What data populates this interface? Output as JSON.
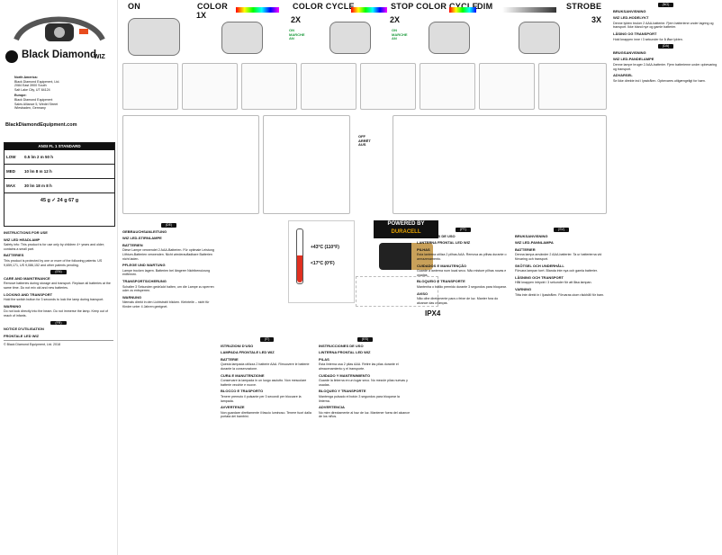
{
  "brand": {
    "name": "Black Diamond",
    "model_tag": "WIZ"
  },
  "address": {
    "na_label": "North America:",
    "na_lines": [
      "Black Diamond Equipment, Ltd.",
      "2084 East 3900 South",
      "Salt Lake City, UT 84124"
    ],
    "eu_label": "Europe:",
    "eu_lines": [
      "Black Diamond Equipment",
      "Sales Alliance 5, Wedel Street",
      "Wiesbaden, Germany"
    ],
    "website": "BlackDiamondEquipment.com"
  },
  "spec": {
    "title": "ANSI FL 1 STANDARD",
    "rows": [
      {
        "level": "LOW",
        "value": "0.5 lm 2 m 50 h"
      },
      {
        "level": "MED",
        "value": "10 lm 8 m 12 h"
      },
      {
        "level": "MAX",
        "value": "30 lm 18 m 8 h"
      }
    ],
    "footer": "45 g ✓ 24 g  67 g"
  },
  "modes": {
    "on": "ON",
    "color": "COLOR",
    "color_cycle": "COLOR CYCLE",
    "stop_color_cycle": "STOP COLOR CYCLE",
    "dim": "DIM",
    "strobe": "STROBE",
    "sub_1x": "1X",
    "sub_2x": "2X",
    "sub_3x": "3X",
    "sub_2x_b": "2X",
    "on_marker": "ON\nMARCHE\nAN",
    "on_marker_b": "ON\nMARCHE\nAN",
    "off_marker": "OFF\nARRÊT\nAUS"
  },
  "battery": {
    "hot": "+43°C (110°F)",
    "cold": "<17°C (0°F)",
    "powered_by": "POWERED BY",
    "brand": "DURACELL",
    "ipx": "IPX4"
  },
  "col1": {
    "intro_title": "INSTRUCTIONS FOR USE",
    "intro_sub": "WIZ LED HEADLAMP",
    "intro_body": "Safety info: This product is for use only by children 4+ years and older; contains a small part.",
    "wiz_sec": "BATTERIES",
    "wiz_body": "This product is protected by one or more of the following patents: US 9,659,171, US 9,086,152 and other patents pending.",
    "lang_en": "(EN)",
    "lang_fr": "(FR)",
    "fr_title": "NOTICE D'UTILISATION",
    "fr_sub": "FRONTALE LED WIZ",
    "care_title": "CARE AND MAINTENANCE",
    "care_body": "Remove batteries during storage and transport. Replace all batteries at the same time. Do not mix old and new batteries.",
    "lock_title": "LOCKING AND TRANSPORT",
    "lock_body": "Hold the switch button for 3 seconds to lock the lamp during transport.",
    "warn_title": "WARNING",
    "warn_body": "Do not look directly into the beam. Do not immerse the lamp. Keep out of reach of infants.",
    "copy": "© Black Diamond Equipment, Ltd. 2018"
  },
  "col2": {
    "lang": "(DE)",
    "title": "GEBRAUCHSANLEITUNG",
    "sub": "WIZ LED-STIRNLAMPE",
    "s1": "BATTERIEN",
    "b1": "Diese Lampe verwendet 2 AAA-Batterien. Für optimale Leistung Lithium-Batterien verwenden. Nicht wiederaufladbare Batterien nicht laden.",
    "s2": "PFLEGE UND WARTUNG",
    "b2": "Lampe trocken lagern. Batterien bei längerer Nichtbenutzung entfernen.",
    "s3": "TRANSPORTSICHERUNG",
    "b3": "Schalter 3 Sekunden gedrückt halten, um die Lampe zu sperren oder zu entsperren.",
    "s4": "WARNUNG",
    "b4": "Niemals direkt in den Lichtstrahl blicken. Kleinteile – nicht für Kinder unter 4 Jahren geeignet."
  },
  "col3": {
    "lang": "(IT)",
    "title": "ISTRUZIONI D'USO",
    "sub": "LAMPADA FRONTALE LED WIZ",
    "s1": "BATTERIE",
    "b1": "Questa lampada utilizza 2 batterie AAA. Rimuovere le batterie durante la conservazione.",
    "s2": "CURA E MANUTENZIONE",
    "b2": "Conservare la lampada in un luogo asciutto. Non mescolare batterie vecchie e nuove.",
    "s3": "BLOCCO E TRASPORTO",
    "b3": "Tenere premuto il pulsante per 3 secondi per bloccare la lampada.",
    "s4": "AVVERTENZE",
    "b4": "Non guardare direttamente il fascio luminoso. Tenere fuori dalla portata dei bambini."
  },
  "col4": {
    "lang": "(ES)",
    "title": "INSTRUCCIONES DE USO",
    "sub": "LINTERNA FRONTAL LED WIZ",
    "s1": "PILAS",
    "b1": "Esta linterna usa 2 pilas AAA. Retire las pilas durante el almacenamiento y el transporte.",
    "s2": "CUIDADO Y MANTENIMIENTO",
    "b2": "Guarde la linterna en un lugar seco. No mezcle pilas nuevas y usadas.",
    "s3": "BLOQUEO Y TRANSPORTE",
    "b3": "Mantenga pulsado el botón 3 segundos para bloquear la linterna.",
    "s4": "ADVERTENCIA",
    "b4": "No mire directamente al haz de luz. Mantener fuera del alcance de los niños."
  },
  "col5": {
    "lang": "(PT)",
    "title": "INSTRUÇÕES DE USO",
    "sub": "LANTERNA FRONTAL LED WIZ",
    "s1": "PILHAS",
    "b1": "Esta lanterna utiliza 2 pilhas AAA. Remova as pilhas durante o armazenamento.",
    "s2": "CUIDADOS E MANUTENÇÃO",
    "b2": "Guarde a lanterna num local seco. Não misture pilhas novas e usadas.",
    "s3": "BLOQUEIO E TRANSPORTE",
    "b3": "Mantenha o botão premido durante 3 segundos para bloquear.",
    "s4": "AVISO",
    "b4": "Não olhe diretamente para o feixe de luz. Manter fora do alcance das crianças."
  },
  "col6": {
    "lang": "(SV)",
    "title": "BRUKSANVISNING",
    "sub": "WIZ LED-PANNLAMPA",
    "s1": "BATTERIER",
    "b1": "Denna lampa använder 2 AAA-batterier. Ta ur batterierna vid förvaring och transport.",
    "s2": "SKÖTSEL OCH UNDERHÅLL",
    "b2": "Förvara lampan torrt. Blanda inte nya och gamla batterier.",
    "s3": "LÅSNING OCH TRANSPORT",
    "b3": "Håll knappen intryckt i 3 sekunder för att låsa lampan.",
    "s4": "VARNING",
    "b4": "Titta inte direkt in i ljusstrålen. Förvaras utom räckhåll för barn."
  },
  "col7": {
    "lang_a": "(NO)",
    "title_a": "BRUKSANVISNING",
    "sub_a": "WIZ LED-HODELYKT",
    "b_a": "Denne lykten bruker 2 AAA-batterier. Fjern batteriene under lagring og transport. Ikke bland nye og gamle batterier.",
    "s_a": "LÅSING OG TRANSPORT",
    "bb_a": "Hold knappen inne i 3 sekunder for å låse lykten.",
    "lang_b": "(DA)",
    "title_b": "BRUGSANVISNING",
    "sub_b": "WIZ LED-PANDELAMPE",
    "b_b": "Denne lampe bruger 2 AAA-batterier. Fjern batterierne under opbevaring og transport.",
    "s_b": "ADVARSEL",
    "bb_b": "Se ikke direkte ind i lysstrålen. Opbevares utilgængeligt for børn."
  }
}
